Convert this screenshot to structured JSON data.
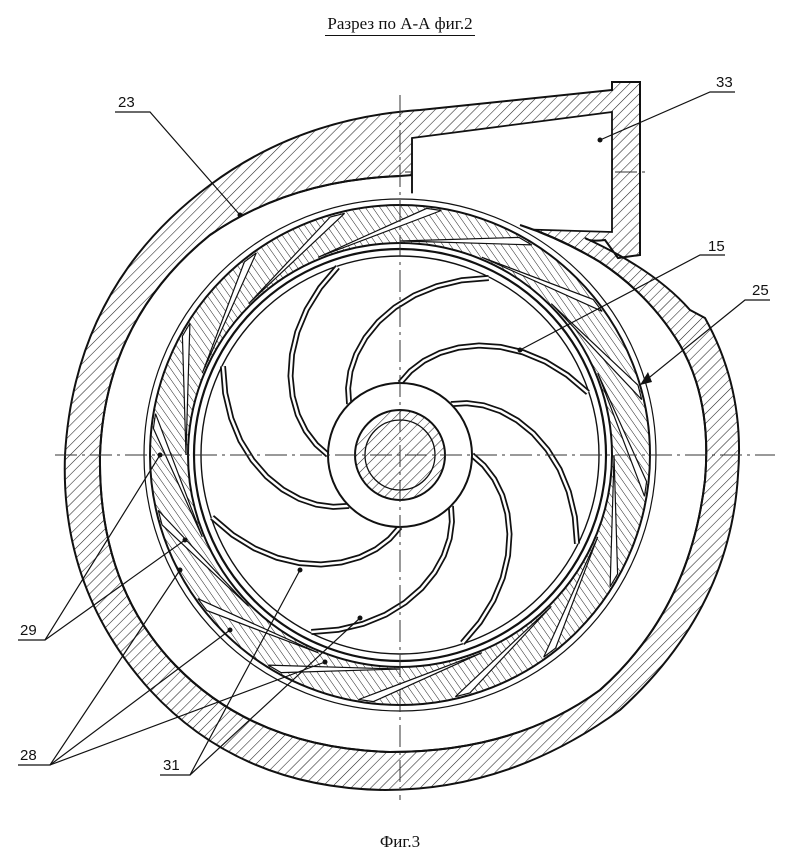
{
  "title": "Разрез по А-А фиг.2",
  "caption": "Фиг.3",
  "labels": {
    "housing": "23",
    "outlet": "33",
    "impeller": "15",
    "gap": "25",
    "guide_vane_left": "29",
    "diffuser_channel": "28",
    "blade": "31"
  }
}
